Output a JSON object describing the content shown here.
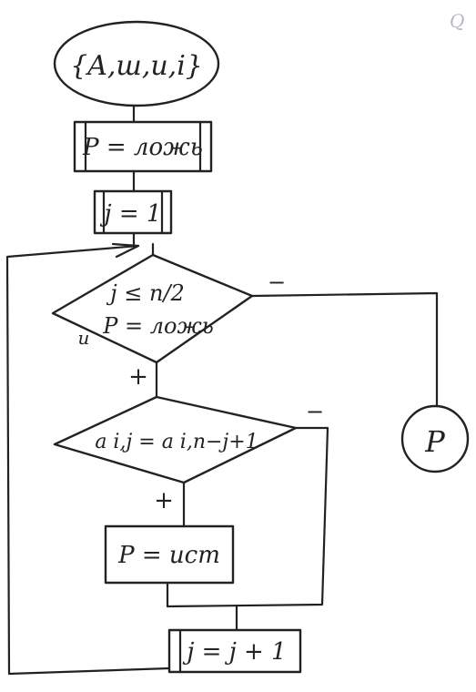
{
  "page": {
    "corner_mark": "Q"
  },
  "flowchart": {
    "start": {
      "text": "{A,ш,u,i}"
    },
    "init_p": {
      "text": "P = ложь"
    },
    "init_j": {
      "text": "j = 1"
    },
    "cond_loop": {
      "line1": "j ≤ n/2",
      "line2_prefix": "и",
      "line2": "P = ложь",
      "yes_label": "+",
      "no_label": "−"
    },
    "cond_eq": {
      "text": "a i,j = a i,n−j+1",
      "yes_label": "+",
      "no_label": "−"
    },
    "set_true": {
      "text": "P = ист"
    },
    "increment": {
      "text": "j = j + 1"
    },
    "output": {
      "text": "P"
    }
  }
}
